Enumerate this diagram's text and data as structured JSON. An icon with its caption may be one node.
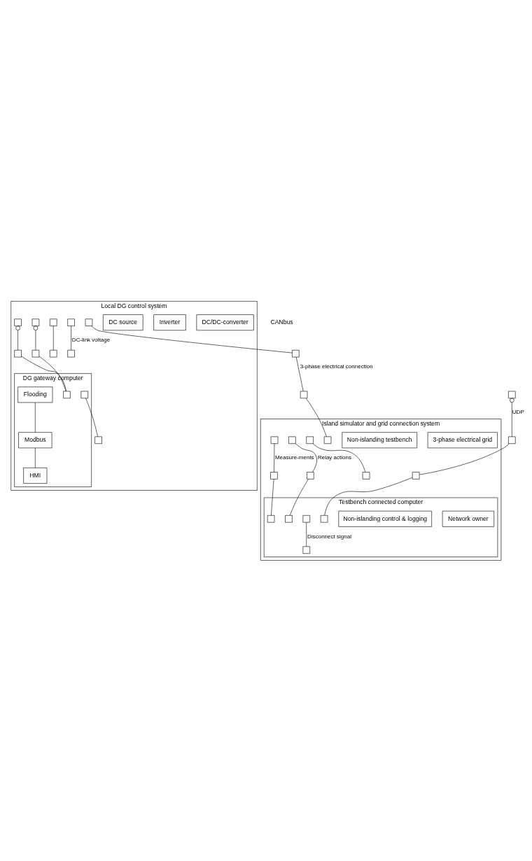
{
  "diagram": {
    "nodes": [
      {
        "text": [
          "Local DG control system"
        ]
      },
      {
        "text": [
          "DC/DC-converter"
        ],
        "in": 0
      },
      {
        "text": [
          "Inverter"
        ],
        "in": 0
      },
      {
        "text": [
          "DC source"
        ],
        "in": 0
      },
      {
        "text": [
          "DG gateway computer"
        ],
        "in": 0
      },
      {
        "text": [
          "Flooding"
        ],
        "in": 4
      },
      {
        "text": [
          "Modbus"
        ],
        "in": 4
      },
      {
        "text": [
          "HMI"
        ],
        "in": 4
      },
      {
        "text": [
          "Island simulator and grid connection system"
        ]
      },
      {
        "text": [
          "3-phase electrical grid"
        ],
        "in": 8
      },
      {
        "text": [
          "Non-islanding testbench"
        ],
        "in": 8
      },
      {
        "text": [
          "Testbench connected computer"
        ],
        "in": 8
      },
      {
        "text": [
          "Network owner"
        ],
        "in": 11
      },
      {
        "text": [
          "Non-islanding control & logging"
        ],
        "in": 11
      },
      {
        "text": [],
        "shape": "box",
        "in": 0
      },
      {
        "text": [],
        "shape": "box",
        "in": 0
      },
      {
        "text": [],
        "shape": "box",
        "in": 0
      },
      {
        "text": [],
        "shape": "box",
        "in": 0
      },
      {
        "text": [],
        "shape": "box",
        "in": 0
      },
      {
        "text": [],
        "shape": "box",
        "in": 0
      },
      {
        "text": [],
        "shape": "box",
        "in": 0
      },
      {
        "text": [],
        "shape": "box",
        "in": 0
      },
      {
        "text": [],
        "shape": "box",
        "in": 0
      },
      {
        "text": [],
        "shape": "box",
        "in": 4
      },
      {
        "text": [],
        "shape": "box",
        "in": 4
      },
      {
        "text": [],
        "shape": "box",
        "in": 0
      },
      {
        "text": [],
        "shape": "box"
      },
      {
        "text": [],
        "shape": "box"
      },
      {
        "text": [],
        "shape": "box"
      },
      {
        "text": [],
        "shape": "box"
      },
      {
        "text": [],
        "shape": "box",
        "in": 8
      },
      {
        "text": [],
        "shape": "box",
        "in": 8
      },
      {
        "text": [],
        "shape": "box",
        "in": 8
      },
      {
        "text": [],
        "shape": "box",
        "in": 8
      },
      {
        "text": [],
        "shape": "box",
        "in": 8
      },
      {
        "text": [],
        "shape": "box",
        "in": 8
      },
      {
        "text": [],
        "shape": "box",
        "in": 8
      },
      {
        "text": [],
        "shape": "box",
        "in": 8
      },
      {
        "text": [],
        "shape": "box",
        "in": 11
      },
      {
        "text": [],
        "shape": "box",
        "in": 11
      },
      {
        "text": [],
        "shape": "box",
        "in": 11
      },
      {
        "text": [],
        "shape": "box",
        "in": 11
      },
      {
        "text": [],
        "shape": "box",
        "in": 11
      }
    ],
    "edges": [
      {
        "from": 14,
        "to": 15,
        "arrow": "none",
        "label": "DC-link voltage"
      },
      {
        "from": 16,
        "to": 17,
        "arrow": "none"
      },
      {
        "from": 18,
        "to": 21,
        "arrow": "other"
      },
      {
        "from": 19,
        "to": 22,
        "arrow": "other"
      },
      {
        "from": 21,
        "to": 23,
        "arrow": "none"
      },
      {
        "from": 22,
        "to": 23,
        "arrow": "none"
      },
      {
        "from": 5,
        "to": 6,
        "arrow": "none"
      },
      {
        "from": 6,
        "to": 7,
        "arrow": "none"
      },
      {
        "from": 24,
        "to": 25,
        "arrow": "none"
      },
      {
        "from": 26,
        "to": 28,
        "arrow": "other",
        "label": "UDP"
      },
      {
        "from": 20,
        "to": 27,
        "arrow": "none"
      },
      {
        "from": 27,
        "to": 29,
        "arrow": "none",
        "label": "3-phase electrical connection"
      },
      {
        "from": 29,
        "to": 30,
        "arrow": "none"
      },
      {
        "from": 31,
        "to": 32,
        "arrow": "none"
      },
      {
        "from": 33,
        "to": 36,
        "arrow": "none",
        "label": "Relay actions"
      },
      {
        "from": 34,
        "to": 37,
        "arrow": "none",
        "label": "Measure-ments"
      },
      {
        "from": 28,
        "to": 35,
        "arrow": "none"
      },
      {
        "from": 35,
        "to": 38,
        "arrow": "none"
      },
      {
        "from": 36,
        "to": 41,
        "arrow": "none"
      },
      {
        "from": 37,
        "to": 42,
        "arrow": "none"
      },
      {
        "from": 39,
        "to": 40,
        "arrow": "none",
        "label": "Disconnect signal"
      }
    ],
    "labels": [
      "CANbus"
    ]
  }
}
